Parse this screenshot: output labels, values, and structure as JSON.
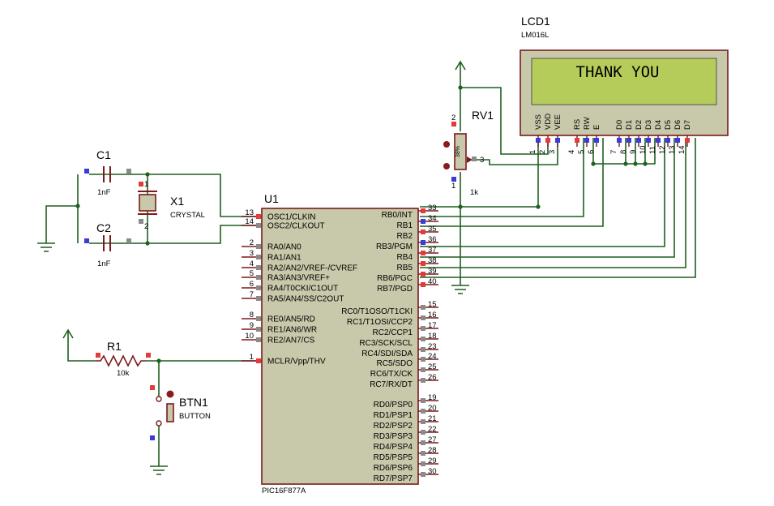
{
  "lcd": {
    "ref": "LCD1",
    "model": "LM016L",
    "display_text": "THANK YOU",
    "pins": [
      {
        "name": "VSS",
        "num": "1"
      },
      {
        "name": "VDD",
        "num": "2"
      },
      {
        "name": "VEE",
        "num": "3"
      },
      {
        "name": "RS",
        "num": "4"
      },
      {
        "name": "RW",
        "num": "5"
      },
      {
        "name": "E",
        "num": "6"
      },
      {
        "name": "D0",
        "num": "7"
      },
      {
        "name": "D1",
        "num": "8"
      },
      {
        "name": "D2",
        "num": "9"
      },
      {
        "name": "D3",
        "num": "10"
      },
      {
        "name": "D4",
        "num": "11"
      },
      {
        "name": "D5",
        "num": "12"
      },
      {
        "name": "D6",
        "num": "13"
      },
      {
        "name": "D7",
        "num": "14"
      }
    ]
  },
  "rv1": {
    "ref": "RV1",
    "value": "1k",
    "percent": "38%",
    "pin_top": "2",
    "pin_wiper": "3",
    "pin_bottom": "1"
  },
  "c1": {
    "ref": "C1",
    "value": "1nF"
  },
  "c2": {
    "ref": "C2",
    "value": "1nF"
  },
  "x1": {
    "ref": "X1",
    "value": "CRYSTAL",
    "pin_top": "1",
    "pin_bottom": "2"
  },
  "r1": {
    "ref": "R1",
    "value": "10k"
  },
  "btn1": {
    "ref": "BTN1",
    "value": "BUTTON"
  },
  "u1": {
    "ref": "U1",
    "part": "PIC16F877A",
    "left_pins": [
      {
        "num": "13",
        "name": "OSC1/CLKIN"
      },
      {
        "num": "14",
        "name": "OSC2/CLKOUT"
      },
      {
        "num": "2",
        "name": "RA0/AN0"
      },
      {
        "num": "3",
        "name": "RA1/AN1"
      },
      {
        "num": "4",
        "name": "RA2/AN2/VREF-/CVREF"
      },
      {
        "num": "5",
        "name": "RA3/AN3/VREF+"
      },
      {
        "num": "6",
        "name": "RA4/T0CKI/C1OUT"
      },
      {
        "num": "7",
        "name": "RA5/AN4/SS/C2OUT"
      },
      {
        "num": "8",
        "name": "RE0/AN5/RD"
      },
      {
        "num": "9",
        "name": "RE1/AN6/WR"
      },
      {
        "num": "10",
        "name": "RE2/AN7/CS"
      },
      {
        "num": "1",
        "name": "MCLR/Vpp/THV"
      }
    ],
    "right_pins": [
      {
        "num": "33",
        "name": "RB0/INT"
      },
      {
        "num": "34",
        "name": "RB1"
      },
      {
        "num": "35",
        "name": "RB2"
      },
      {
        "num": "36",
        "name": "RB3/PGM"
      },
      {
        "num": "37",
        "name": "RB4"
      },
      {
        "num": "38",
        "name": "RB5"
      },
      {
        "num": "39",
        "name": "RB6/PGC"
      },
      {
        "num": "40",
        "name": "RB7/PGD"
      },
      {
        "num": "15",
        "name": "RC0/T1OSO/T1CKI"
      },
      {
        "num": "16",
        "name": "RC1/T1OSI/CCP2"
      },
      {
        "num": "17",
        "name": "RC2/CCP1"
      },
      {
        "num": "18",
        "name": "RC3/SCK/SCL"
      },
      {
        "num": "23",
        "name": "RC4/SDI/SDA"
      },
      {
        "num": "24",
        "name": "RC5/SDO"
      },
      {
        "num": "25",
        "name": "RC6/TX/CK"
      },
      {
        "num": "26",
        "name": "RC7/RX/DT"
      },
      {
        "num": "19",
        "name": "RD0/PSP0"
      },
      {
        "num": "20",
        "name": "RD1/PSP1"
      },
      {
        "num": "21",
        "name": "RD2/PSP2"
      },
      {
        "num": "22",
        "name": "RD3/PSP3"
      },
      {
        "num": "27",
        "name": "RD4/PSP4"
      },
      {
        "num": "28",
        "name": "RD5/PSP5"
      },
      {
        "num": "29",
        "name": "RD6/PSP6"
      },
      {
        "num": "30",
        "name": "RD7/PSP7"
      }
    ]
  },
  "colors": {
    "wire": "#1f5f1f",
    "body": "#c8c8aa",
    "outline": "#7a1a1a",
    "lcd_screen": "#b5cc5a",
    "pin_red": "#e23b3b",
    "pin_blue": "#3b3bd6"
  }
}
